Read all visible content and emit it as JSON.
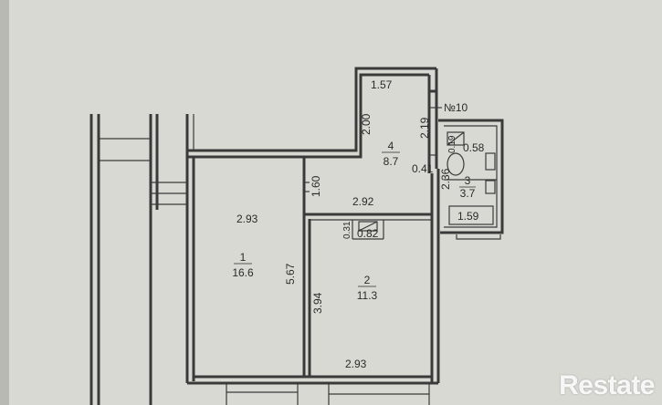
{
  "floorplan": {
    "apartment_number": "№10",
    "rooms": [
      {
        "id": "1",
        "area": "16.6"
      },
      {
        "id": "2",
        "area": "11.3"
      },
      {
        "id": "3",
        "area": "3.7"
      },
      {
        "id": "4",
        "area": "8.7"
      }
    ],
    "dimensions": {
      "top_corridor": "1.57",
      "corridor_height": "2.00",
      "right_upper": "2.19",
      "bath_sep": "0.19",
      "wc_area": "0.58",
      "small_wall": "0.41",
      "bath_side": "2.36",
      "room4_height": "1.60",
      "room4_bottom": "2.92",
      "room1_width": "2.93",
      "room1_height": "5.67",
      "closet_side": "0.31",
      "closet_area": "0.82",
      "room2_height": "3.94",
      "room2_width": "2.93",
      "bath_area": "1.59"
    }
  },
  "watermark": {
    "text": "Restate"
  },
  "colors": {
    "paper": "#d9d9d4",
    "ink": "#3a3a3a"
  }
}
